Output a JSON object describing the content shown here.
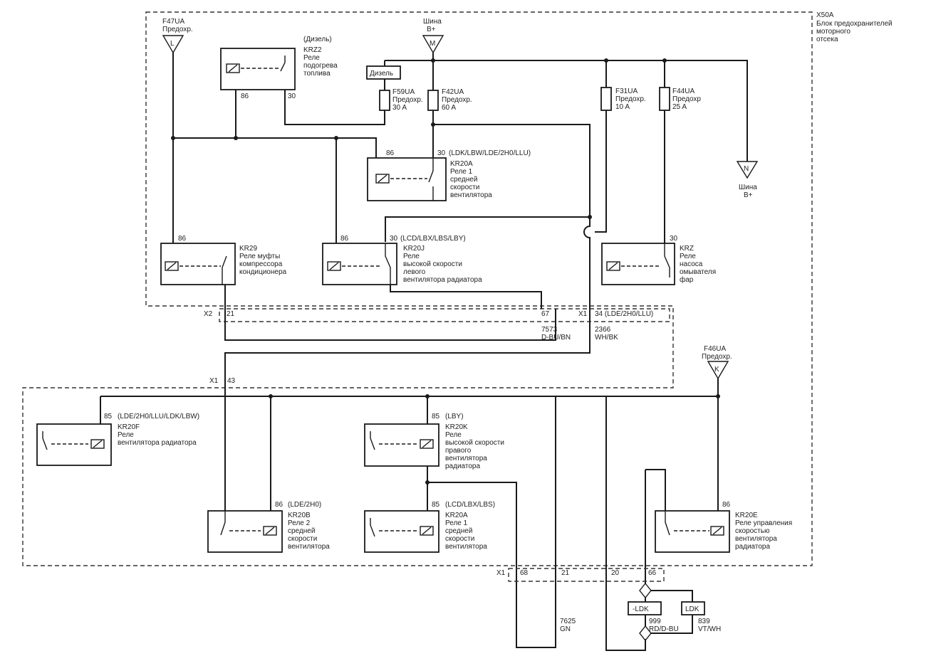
{
  "block": {
    "id": "X50A",
    "lines": [
      "Блок предохранителей",
      "моторного",
      "отсека"
    ]
  },
  "supplies": {
    "f47": {
      "id": "F47UA",
      "label": "Предохр.",
      "letter": "L"
    },
    "busM": {
      "id": "Шина",
      "label": "B+",
      "letter": "M"
    },
    "busN": {
      "letter": "N",
      "id": "Шина",
      "label": "B+"
    },
    "f46": {
      "id": "F46UA",
      "label": "Предохр.",
      "letter": "K"
    }
  },
  "fuses": {
    "f59": {
      "id": "F59UA",
      "label": "Предохр.",
      "rating": "30 A"
    },
    "f42": {
      "id": "F42UA",
      "label": "Предохр.",
      "rating": "60 A"
    },
    "f31": {
      "id": "F31UA",
      "label": "Предохр.",
      "rating": "10 A"
    },
    "f44": {
      "id": "F44UA",
      "label": "Предохр",
      "rating": "25 A"
    }
  },
  "diesel_tag": "Дизель",
  "relays": {
    "krz2": {
      "variant": "(Дизель)",
      "id": "KRZ2",
      "desc": [
        "Реле",
        "подогрева",
        "топлива"
      ],
      "pin_a": "86",
      "pin_b": "30"
    },
    "kr20a_top": {
      "variant": "(LDK/LBW/LDE/2H0/LLU)",
      "id": "KR20A",
      "desc": [
        "Реле 1",
        "средней",
        "скорости",
        "вентилятора"
      ],
      "pin_a": "86",
      "pin_b": "30"
    },
    "kr29": {
      "id": "KR29",
      "desc": [
        "Реле муфты",
        "компрессора",
        "кондиционера"
      ],
      "pin_a": "86"
    },
    "kr20j": {
      "variant": "(LCD/LBX/LBS/LBY)",
      "id": "KR20J",
      "desc": [
        "Реле",
        "высокой скорости",
        "левого",
        "вентилятора радиатора"
      ],
      "pin_a": "86",
      "pin_b": "30"
    },
    "krz": {
      "id": "KRZ",
      "desc": [
        "Реле",
        "насоса",
        "омывателя",
        "фар"
      ],
      "pin_b": "30"
    },
    "kr20f": {
      "variant": "(LDE/2H0/LLU/LDK/LBW)",
      "id": "KR20F",
      "desc": [
        "Реле",
        "вентилятора радиатора"
      ],
      "pin": "85"
    },
    "kr20k": {
      "variant": "(LBY)",
      "id": "KR20K",
      "desc": [
        "Реле",
        "высокой скорости",
        "правого",
        "вентилятора",
        "радиатора"
      ],
      "pin": "85"
    },
    "kr20b": {
      "variant": "(LDE/2H0)",
      "id": "KR20B",
      "desc": [
        "Реле 2",
        "средней",
        "скорости",
        "вентилятора"
      ],
      "pin": "86"
    },
    "kr20a_low": {
      "variant": "(LCD/LBX/LBS)",
      "id": "KR20A",
      "desc": [
        "Реле 1",
        "средней",
        "скорости",
        "вентилятора"
      ],
      "pin": "85"
    },
    "kr20e": {
      "id": "KR20E",
      "desc": [
        "Реле управления",
        "скоростью",
        "вентилятора",
        "радиатора"
      ],
      "pin": "86"
    }
  },
  "connectors": {
    "x2": {
      "id": "X2",
      "pin": "21"
    },
    "x1_top": {
      "id": "X1",
      "pin_67": "67",
      "pin_34": "34 (LDE/2H0/LLU)"
    },
    "x1_mid": {
      "id": "X1",
      "pin": "43"
    },
    "x1_bottom": {
      "id": "X1",
      "pins": [
        "68",
        "21",
        "20",
        "66"
      ]
    }
  },
  "wires": {
    "w7573": {
      "num": "7573",
      "color": "D-BU/BN"
    },
    "w2366": {
      "num": "2366",
      "color": "WH/BK"
    },
    "w7625": {
      "num": "7625",
      "color": "GN"
    },
    "w999": {
      "num": "999",
      "color": "RD/D-BU"
    },
    "w839": {
      "num": "839",
      "color": "VT/WH"
    }
  },
  "options": {
    "neg_ldk": "-LDK",
    "ldk": "LDK"
  }
}
